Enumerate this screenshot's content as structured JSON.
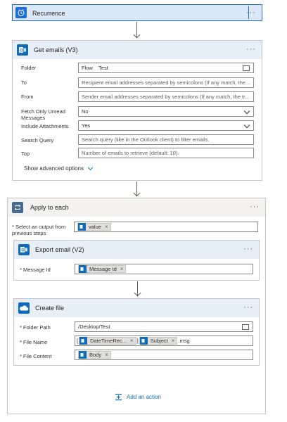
{
  "recurrence": {
    "title": "Recurrence",
    "more": "···"
  },
  "get_emails": {
    "title": "Get emails (V3)",
    "more": "···",
    "fields": {
      "folder": {
        "label": "Folder",
        "value": "Flow    Test"
      },
      "to": {
        "label": "To",
        "placeholder": "Recipient email addresses separated by semicolons (If any match, the..."
      },
      "from": {
        "label": "From",
        "placeholder": "Sender email addresses separated by semicolons (If any match, the tr..."
      },
      "unread": {
        "label": "Fetch Only Unread Messages",
        "value": "No"
      },
      "attachments": {
        "label": "Include Attachments",
        "value": "Yes"
      },
      "search": {
        "label": "Search Query",
        "placeholder": "Search query (like in the Outlook client) to filter emails."
      },
      "top": {
        "label": "Top",
        "placeholder": "Number of emails to retrieve (default: 10)."
      }
    },
    "advanced": "Show advanced options"
  },
  "apply_each": {
    "title": "Apply to each",
    "more": "···",
    "output_label": "* Select an output from previous steps",
    "output_token": "value"
  },
  "export_email": {
    "title": "Export email (V2)",
    "more": "···",
    "message_label": "* Message Id",
    "message_token": "Message Id"
  },
  "create_file": {
    "title": "Create file",
    "more": "···",
    "folder_label": "* Folder Path",
    "folder_value": "/Desktop/Test",
    "filename_label": "* File Name",
    "filename_prefix": "[",
    "filename_token1": "DateTimeRec...",
    "filename_mid": "]",
    "filename_token2": "Subject",
    "filename_suffix": ".msg",
    "content_label": "* File Content",
    "content_token": "Body"
  },
  "add_action": "Add an action",
  "colors": {
    "recurrence_bg": "#dce8f8",
    "recurrence_border": "#1f6ed4",
    "header_bg": "#e6eef8",
    "apply_header_bg": "#f3f2f1",
    "accent": "#0f6cbd"
  }
}
